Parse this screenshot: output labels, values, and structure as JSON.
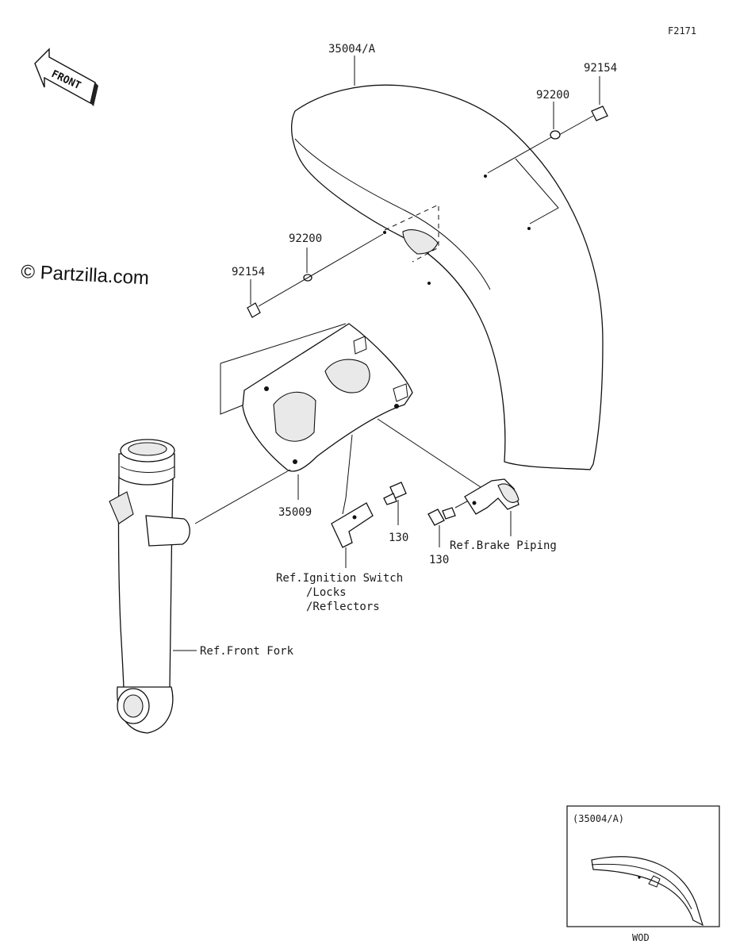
{
  "figure_code": "F2171",
  "watermark": "© Partzilla.com",
  "front_arrow_label": "FRONT",
  "callouts": {
    "fender": "35004/A",
    "bolt_top": "92154",
    "washer_top": "92200",
    "washer_left": "92200",
    "bolt_left": "92154",
    "bracket": "35009",
    "bolt_center": "130",
    "bolt_right": "130",
    "ref_brake": "Ref.Brake Piping",
    "ref_ignition_1": "Ref.Ignition Switch",
    "ref_ignition_2": "/Locks",
    "ref_ignition_3": "/Reflectors",
    "ref_fork": "Ref.Front Fork"
  },
  "inset": {
    "title": "(35004/A)",
    "caption": "WOD"
  }
}
